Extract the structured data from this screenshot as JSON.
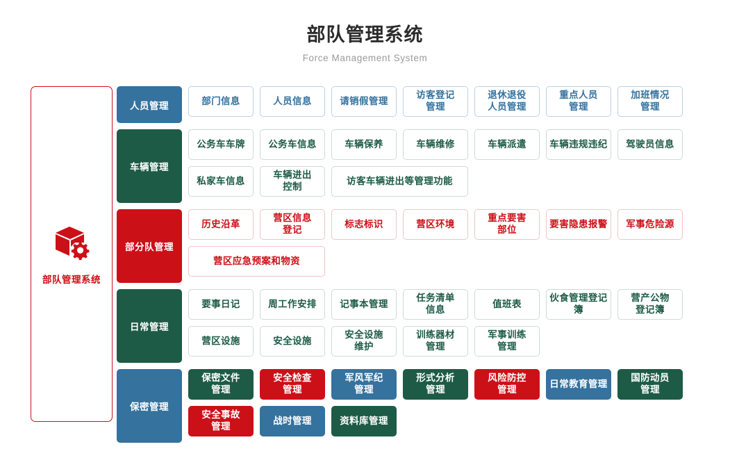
{
  "header": {
    "title": "部队管理系统",
    "subtitle": "Force Management System"
  },
  "sidebar": {
    "icon": "cube-gear-icon",
    "label": "部队管理系统",
    "border_color": "#cc1018"
  },
  "colors": {
    "blue": "#35729e",
    "green": "#1d5b46",
    "red": "#cc1018"
  },
  "rows": [
    {
      "category": "人员管理",
      "style": "blue",
      "items": [
        {
          "label": "部门信息",
          "style": "outline-blue",
          "span": 1
        },
        {
          "label": "人员信息",
          "style": "outline-blue",
          "span": 1
        },
        {
          "label": "请销假管理",
          "style": "outline-blue",
          "span": 1
        },
        {
          "label": "访客登记\n管理",
          "style": "outline-blue",
          "span": 1
        },
        {
          "label": "退休退役\n人员管理",
          "style": "outline-blue",
          "span": 1
        },
        {
          "label": "重点人员\n管理",
          "style": "outline-blue",
          "span": 1
        },
        {
          "label": "加班情况\n管理",
          "style": "outline-blue",
          "span": 1
        }
      ]
    },
    {
      "category": "车辆管理",
      "style": "green",
      "items": [
        {
          "label": "公务车车牌",
          "style": "outline-green",
          "span": 1
        },
        {
          "label": "公务车信息",
          "style": "outline-green",
          "span": 1
        },
        {
          "label": "车辆保养",
          "style": "outline-green",
          "span": 1
        },
        {
          "label": "车辆维修",
          "style": "outline-green",
          "span": 1
        },
        {
          "label": "车辆派遣",
          "style": "outline-green",
          "span": 1
        },
        {
          "label": "车辆违规违纪",
          "style": "outline-green",
          "span": 1
        },
        {
          "label": "驾驶员信息",
          "style": "outline-green",
          "span": 1
        },
        {
          "label": "私家车信息",
          "style": "outline-green",
          "span": 1
        },
        {
          "label": "车辆进出\n控制",
          "style": "outline-green",
          "span": 1
        },
        {
          "label": "访客车辆进出等管理功能",
          "style": "outline-green",
          "span": 2
        }
      ]
    },
    {
      "category": "部分队管理",
      "style": "red",
      "items": [
        {
          "label": "历史沿革",
          "style": "outline-red",
          "span": 1
        },
        {
          "label": "营区信息\n登记",
          "style": "outline-red",
          "span": 1
        },
        {
          "label": "标志标识",
          "style": "outline-red",
          "span": 1
        },
        {
          "label": "营区环境",
          "style": "outline-red",
          "span": 1
        },
        {
          "label": "重点要害\n部位",
          "style": "outline-red",
          "span": 1
        },
        {
          "label": "要害隐患报警",
          "style": "outline-red",
          "span": 1
        },
        {
          "label": "军事危险源",
          "style": "outline-red",
          "span": 1
        },
        {
          "label": "营区应急预案和物资",
          "style": "outline-red",
          "span": 2
        }
      ]
    },
    {
      "category": "日常管理",
      "style": "green",
      "items": [
        {
          "label": "要事日记",
          "style": "outline-green",
          "span": 1
        },
        {
          "label": "周工作安排",
          "style": "outline-green",
          "span": 1
        },
        {
          "label": "记事本管理",
          "style": "outline-green",
          "span": 1
        },
        {
          "label": "任务清单\n信息",
          "style": "outline-green",
          "span": 1
        },
        {
          "label": "值班表",
          "style": "outline-green",
          "span": 1
        },
        {
          "label": "伙食管理登记簿",
          "style": "outline-green",
          "span": 1
        },
        {
          "label": "营产公物\n登记簿",
          "style": "outline-green",
          "span": 1
        },
        {
          "label": "营区设施",
          "style": "outline-green",
          "span": 1
        },
        {
          "label": "安全设施",
          "style": "outline-green",
          "span": 1
        },
        {
          "label": "安全设施\n维护",
          "style": "outline-green",
          "span": 1
        },
        {
          "label": "训练器材\n管理",
          "style": "outline-green",
          "span": 1
        },
        {
          "label": "军事训练\n管理",
          "style": "outline-green",
          "span": 1
        }
      ]
    },
    {
      "category": "保密管理",
      "style": "blue",
      "items": [
        {
          "label": "保密文件\n管理",
          "style": "solid-green",
          "span": 1
        },
        {
          "label": "安全检查\n管理",
          "style": "solid-red",
          "span": 1
        },
        {
          "label": "军风军纪\n管理",
          "style": "solid-blue",
          "span": 1
        },
        {
          "label": "形式分析\n管理",
          "style": "solid-green",
          "span": 1
        },
        {
          "label": "风险防控\n管理",
          "style": "solid-red",
          "span": 1
        },
        {
          "label": "日常教育管理",
          "style": "solid-blue",
          "span": 1
        },
        {
          "label": "国防动员\n管理",
          "style": "solid-green",
          "span": 1
        },
        {
          "label": "安全事故\n管理",
          "style": "solid-red",
          "span": 1
        },
        {
          "label": "战时管理",
          "style": "solid-blue",
          "span": 1
        },
        {
          "label": "资料库管理",
          "style": "solid-green",
          "span": 1
        }
      ]
    }
  ]
}
